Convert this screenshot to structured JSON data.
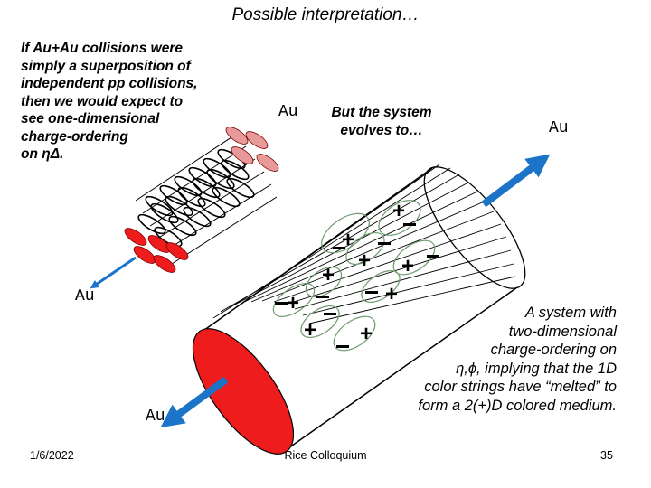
{
  "slide": {
    "title": "Possible interpretation…",
    "left_note": {
      "lines": [
        "If Au+Au collisions were",
        "simply a superposition of",
        "independent pp collisions,",
        "then we would expect to",
        "see one-dimensional",
        "charge-ordering",
        "on ηΔ."
      ]
    },
    "mid_note": [
      "But the system",
      "evolves to…"
    ],
    "beam_labels": {
      "top_left": "Au",
      "top_right": "Au",
      "left": "Au",
      "bottom": "Au"
    },
    "right_note": [
      "A system with",
      "two-dimensional",
      "charge-ordering on",
      "η,ϕ, implying that the 1D",
      "color strings have “melted” to",
      "form a 2(+)D colored medium."
    ],
    "footer": {
      "date": "1/6/2022",
      "venue": "Rice Colloquium",
      "page": "35"
    }
  },
  "colors": {
    "nucleus_red": "#ee1c1c",
    "nucleus_pink": "#e89a9a",
    "arrow_blue": "#1b74c8",
    "cluster_green": "#6f9a6f"
  },
  "icons": [
    "arrow-up-right-icon",
    "arrow-down-left-icon"
  ]
}
